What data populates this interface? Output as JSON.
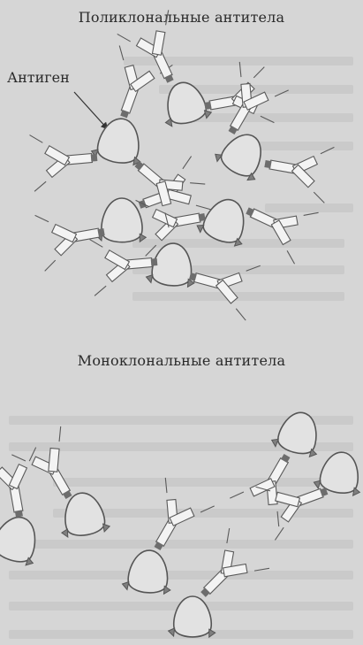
{
  "diagram": {
    "polyclonal_title": "Поликлональные антитела",
    "antigen_label": "Антиген",
    "monoclonal_title": "Моноклональные антитела"
  }
}
